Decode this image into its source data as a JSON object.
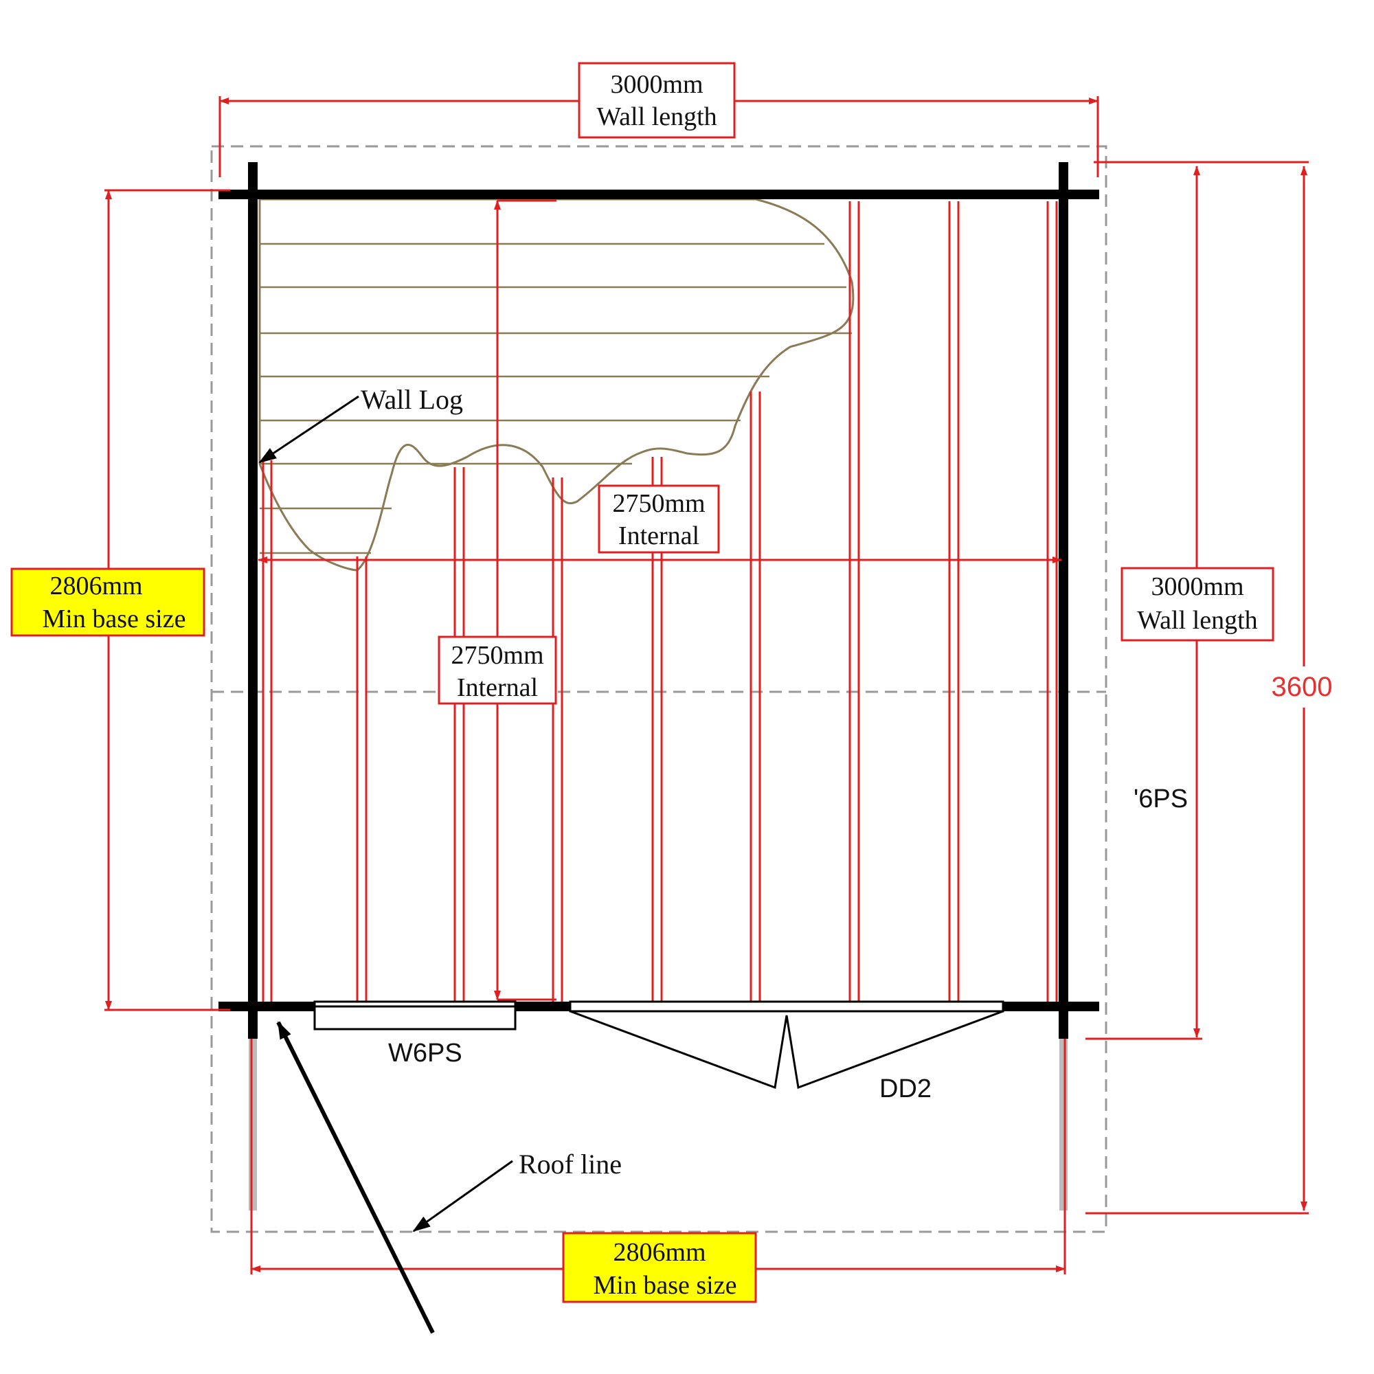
{
  "colors": {
    "dimension_line": "#e02020",
    "wall": "#000000",
    "highlight_box": "#ffff00",
    "roof_dash": "#999999",
    "wall_log_hatch": "#8a7a55"
  },
  "dimensions": {
    "top_wall_length": {
      "value": "3000mm",
      "caption": "Wall length"
    },
    "right_wall_length": {
      "value": "3000mm",
      "caption": "Wall length"
    },
    "left_min_base": {
      "value": "2806mm",
      "caption": "Min base size"
    },
    "bottom_min_base": {
      "value": "2806mm",
      "caption": "Min base size"
    },
    "internal_width": {
      "value": "2750mm",
      "caption": "Internal"
    },
    "internal_depth": {
      "value": "2750mm",
      "caption": "Internal"
    },
    "overall_depth": "3600"
  },
  "labels": {
    "wall_log": "Wall Log",
    "roof_line": "Roof line",
    "window_code": "W6PS",
    "right_window_code": "'6PS",
    "door_code": "DD2"
  }
}
